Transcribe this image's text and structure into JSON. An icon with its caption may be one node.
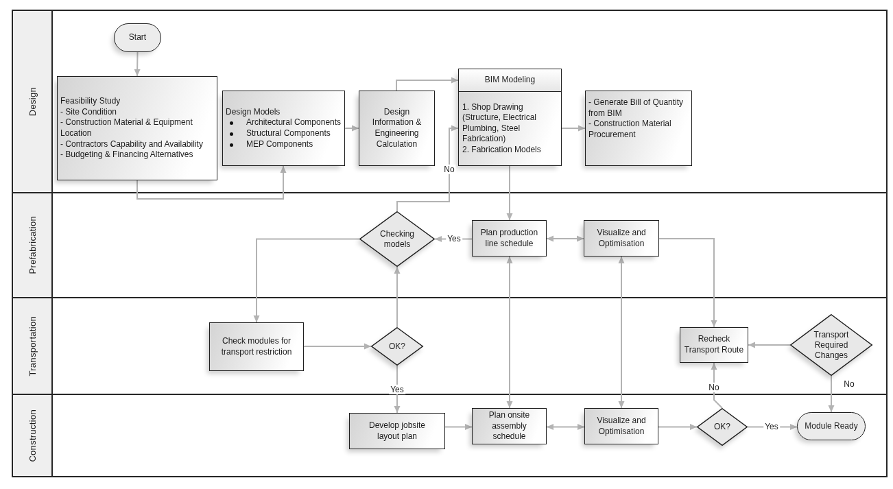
{
  "diagram": {
    "nodes": [
      {
        "text": [
          "Design"
        ]
      },
      {
        "text": [
          "Start"
        ],
        "in": 0
      },
      {
        "text": [
          "Feasibility Study",
          "- Site Condition",
          "- Construction Material & Equipment Location",
          "- Contractors Capability and Availability",
          "- Budgeting & Financing Alternatives"
        ],
        "in": 0
      },
      {
        "text": [
          "Design Models",
          "Architectural Components",
          "Structural Components",
          "MEP Components"
        ],
        "in": 0
      },
      {
        "text": [
          "Design Information & Engineering Calculation"
        ],
        "in": 0
      },
      {
        "text": [
          "BIM Modeling",
          "1. Shop Drawing (Structure, Electrical Plumbing, Steel Fabrication)",
          "2. Fabrication Models"
        ],
        "in": 0
      },
      {
        "text": [
          "- Generate Bill of Quantity from BIM",
          "- Construction Material Procurement"
        ],
        "in": 0
      },
      {
        "text": [
          "Prefabrication"
        ]
      },
      {
        "text": [
          "Checking models"
        ],
        "in": 7
      },
      {
        "text": [
          "Plan production line schedule"
        ],
        "in": 7
      },
      {
        "text": [
          "Visualize and Optimisation"
        ],
        "in": 7
      },
      {
        "text": [
          "Transportation"
        ]
      },
      {
        "text": [
          "Check modules for transport restriction"
        ],
        "in": 11
      },
      {
        "text": [
          "OK?"
        ],
        "in": 11
      },
      {
        "text": [
          "Recheck Transport Route"
        ],
        "in": 11
      },
      {
        "text": [
          "Transport Required Changes"
        ],
        "in": 11
      },
      {
        "text": [
          "Construction"
        ]
      },
      {
        "text": [
          "Develop jobsite layout plan"
        ],
        "in": 16
      },
      {
        "text": [
          "Plan onsite assembly schedule"
        ],
        "in": 16
      },
      {
        "text": [
          "Visualize and Optimisation"
        ],
        "in": 16
      },
      {
        "text": [
          "OK?"
        ],
        "in": 16
      },
      {
        "text": [
          "Module Ready"
        ],
        "in": 16
      }
    ],
    "edges": [
      {
        "from": 1,
        "to": 2,
        "arrow": "to"
      },
      {
        "from": 2,
        "to": 3,
        "arrow": "to"
      },
      {
        "from": 3,
        "to": 4,
        "arrow": "to"
      },
      {
        "from": 4,
        "to": 5,
        "arrow": "to"
      },
      {
        "from": 5,
        "to": 6,
        "arrow": "to"
      },
      {
        "from": 5,
        "to": 9,
        "arrow": "to"
      },
      {
        "from": 9,
        "to": 8,
        "arrow": "to",
        "label": "Yes"
      },
      {
        "from": 8,
        "to": 5,
        "arrow": "to",
        "label": "No"
      },
      {
        "from": 9,
        "to": 10,
        "arrow": "both"
      },
      {
        "from": 8,
        "to": 12,
        "arrow": "to"
      },
      {
        "from": 12,
        "to": 13,
        "arrow": "to"
      },
      {
        "from": 13,
        "to": 8,
        "arrow": "to"
      },
      {
        "from": 13,
        "to": 17,
        "arrow": "to",
        "label": "Yes"
      },
      {
        "from": 9,
        "to": 18,
        "arrow": "both"
      },
      {
        "from": 10,
        "to": 19,
        "arrow": "both"
      },
      {
        "from": 10,
        "to": 14,
        "arrow": "to"
      },
      {
        "from": 15,
        "to": 14,
        "arrow": "to"
      },
      {
        "from": 15,
        "to": 21,
        "arrow": "to",
        "label": "No"
      },
      {
        "from": 17,
        "to": 18,
        "arrow": "to"
      },
      {
        "from": 18,
        "to": 19,
        "arrow": "both"
      },
      {
        "from": 19,
        "to": 20,
        "arrow": "to"
      },
      {
        "from": 20,
        "to": 21,
        "arrow": "to",
        "label": "Yes"
      },
      {
        "from": 20,
        "to": 14,
        "arrow": "to",
        "label": "No"
      }
    ]
  }
}
